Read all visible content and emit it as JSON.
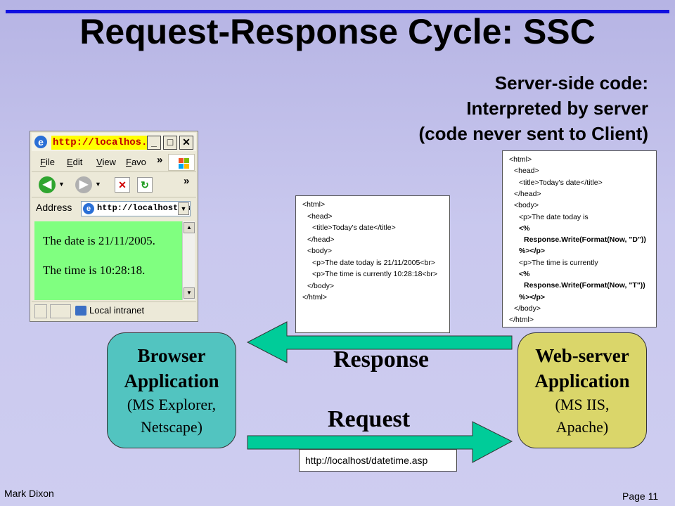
{
  "slide": {
    "title": "Request-Response Cycle: SSC",
    "note": [
      "Server-side code:",
      "Interpreted by server",
      "(code never sent to Client)"
    ],
    "footer_left": "Mark Dixon",
    "footer_right": "Page 11"
  },
  "browser_window": {
    "title": "http://localhos...",
    "buttons": {
      "minimize": "_",
      "maximize": "□",
      "close": "✕"
    },
    "menu": [
      "File",
      "Edit",
      "View",
      "Favo"
    ],
    "chevron": "»",
    "address_label": "Address",
    "address_value": "http://localhost/dat",
    "content_lines": [
      "The date is 21/11/2005.",
      "The time is 10:28:18."
    ],
    "status_text": "Local intranet"
  },
  "response_code": [
    "<html>",
    "  <head>",
    "    <title>Today's date</title>",
    "  </head>",
    "  <body>",
    "    <p>The date today is 21/11/2005<br>",
    "    <p>The time is currently 10:28:18<br>",
    "  </body>",
    "</html>"
  ],
  "server_code": [
    {
      "t": "<html>",
      "b": false,
      "i": 0
    },
    {
      "t": "<head>",
      "b": false,
      "i": 1
    },
    {
      "t": "<title>Today's date</title>",
      "b": false,
      "i": 2
    },
    {
      "t": "</head>",
      "b": false,
      "i": 1
    },
    {
      "t": "<body>",
      "b": false,
      "i": 1
    },
    {
      "t": "<p>The date today is",
      "b": false,
      "i": 2
    },
    {
      "t": "<%",
      "b": true,
      "i": 2
    },
    {
      "t": "Response.Write(Format(Now, \"D\"))",
      "b": true,
      "i": 3
    },
    {
      "t": "%></p>",
      "b": true,
      "i": 2
    },
    {
      "t": "<p>The time is currently",
      "b": false,
      "i": 2
    },
    {
      "t": "<%",
      "b": true,
      "i": 2
    },
    {
      "t": "Response.Write(Format(Now, \"T\"))",
      "b": true,
      "i": 3
    },
    {
      "t": "%></p>",
      "b": true,
      "i": 2
    },
    {
      "t": "</body>",
      "b": false,
      "i": 1
    },
    {
      "t": "</html>",
      "b": false,
      "i": 0
    }
  ],
  "browser_app": {
    "heading": [
      "Browser",
      "Application"
    ],
    "sub": [
      "(MS Explorer,",
      "Netscape)"
    ]
  },
  "server_app": {
    "heading": [
      "Web-server",
      "Application"
    ],
    "sub": [
      "(MS IIS,",
      "Apache)"
    ]
  },
  "labels": {
    "response": "Response",
    "request": "Request",
    "url": "http://localhost/datetime.asp"
  },
  "colors": {
    "arrow_fill": "#00cc99",
    "browser_box": "#52c4c0",
    "server_box": "#dad66a",
    "title_bar": "#1010e0"
  }
}
